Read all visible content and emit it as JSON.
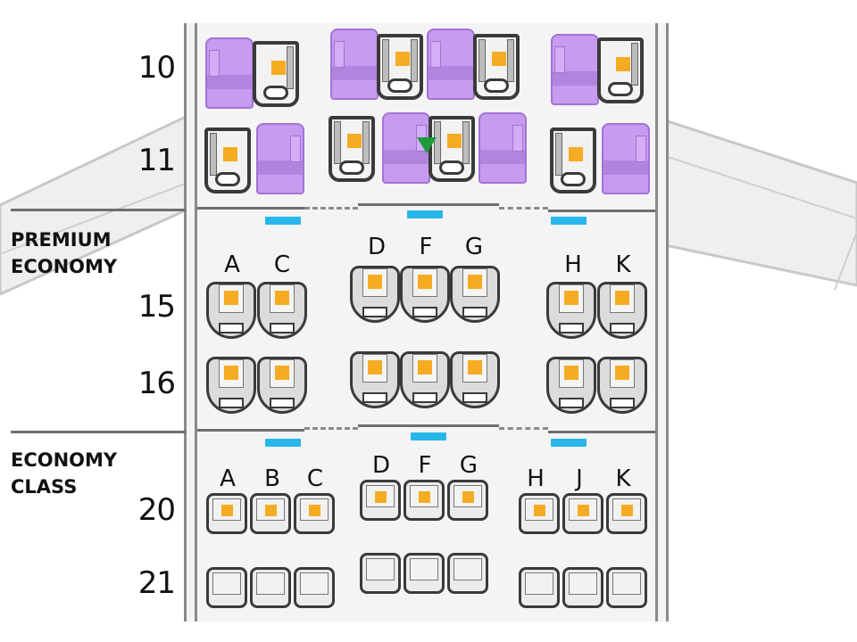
{
  "colors": {
    "available_seat": "#f5ac22",
    "business_pod": "#c79bef",
    "exit_sign": "#29b6ea",
    "selected_marker": "#1f9a3a",
    "fuselage": "#f4f4f4"
  },
  "cabins": {
    "business": {
      "rows": [
        {
          "number": "10"
        },
        {
          "number": "11"
        }
      ],
      "selected_marker": "green-triangle-marker"
    },
    "premium_economy": {
      "label_line1": "PREMIUM",
      "label_line2": "ECONOMY",
      "columns": [
        "A",
        "C",
        "D",
        "F",
        "G",
        "H",
        "K"
      ],
      "rows": [
        {
          "number": "15",
          "available": [
            "A",
            "C",
            "D",
            "F",
            "G",
            "H",
            "K"
          ]
        },
        {
          "number": "16",
          "available": [
            "A",
            "C",
            "D",
            "F",
            "G",
            "H",
            "K"
          ]
        }
      ]
    },
    "economy": {
      "label_line1": "ECONOMY",
      "label_line2": "CLASS",
      "columns": [
        "A",
        "B",
        "C",
        "D",
        "F",
        "G",
        "H",
        "J",
        "K"
      ],
      "rows": [
        {
          "number": "20",
          "available": [
            "A",
            "B",
            "C",
            "D",
            "F",
            "G",
            "H",
            "J",
            "K"
          ]
        },
        {
          "number": "21",
          "available": []
        }
      ]
    }
  }
}
